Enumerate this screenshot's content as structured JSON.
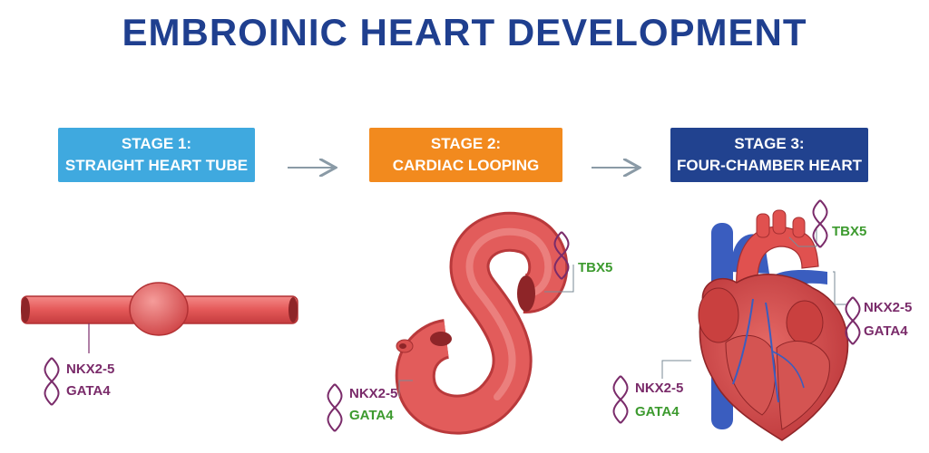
{
  "title": "EMBROINIC HEART DEVELOPMENT",
  "colors": {
    "title": "#1f3f8f",
    "stage1": "#3fa9df",
    "stage2": "#f28a1e",
    "stage3": "#21428f",
    "gene_purple": "#7a2b6a",
    "gene_green": "#3c9a2e",
    "heart_red": "#e05a5a",
    "vessel_blue": "#3a5dbf"
  },
  "stages": [
    {
      "line1": "STAGE 1:",
      "line2": "STRAIGHT HEART TUBE",
      "color": "#3fa9df"
    },
    {
      "line1": "STAGE 2:",
      "line2": "CARDIAC LOOPING",
      "color": "#f28a1e"
    },
    {
      "line1": "STAGE 3:",
      "line2": "FOUR-CHAMBER HEART",
      "color": "#21428f"
    }
  ],
  "genes": {
    "stage1": {
      "a": "NKX2-5",
      "b": "GATA4"
    },
    "stage2_top": "TBX5",
    "stage2_bottom": {
      "a": "NKX2-5",
      "b": "GATA4"
    },
    "stage3_top": "TBX5",
    "stage3_right": {
      "a": "NKX2-5",
      "b": "GATA4"
    },
    "stage3_left": {
      "a": "NKX2-5",
      "b": "GATA4"
    }
  }
}
